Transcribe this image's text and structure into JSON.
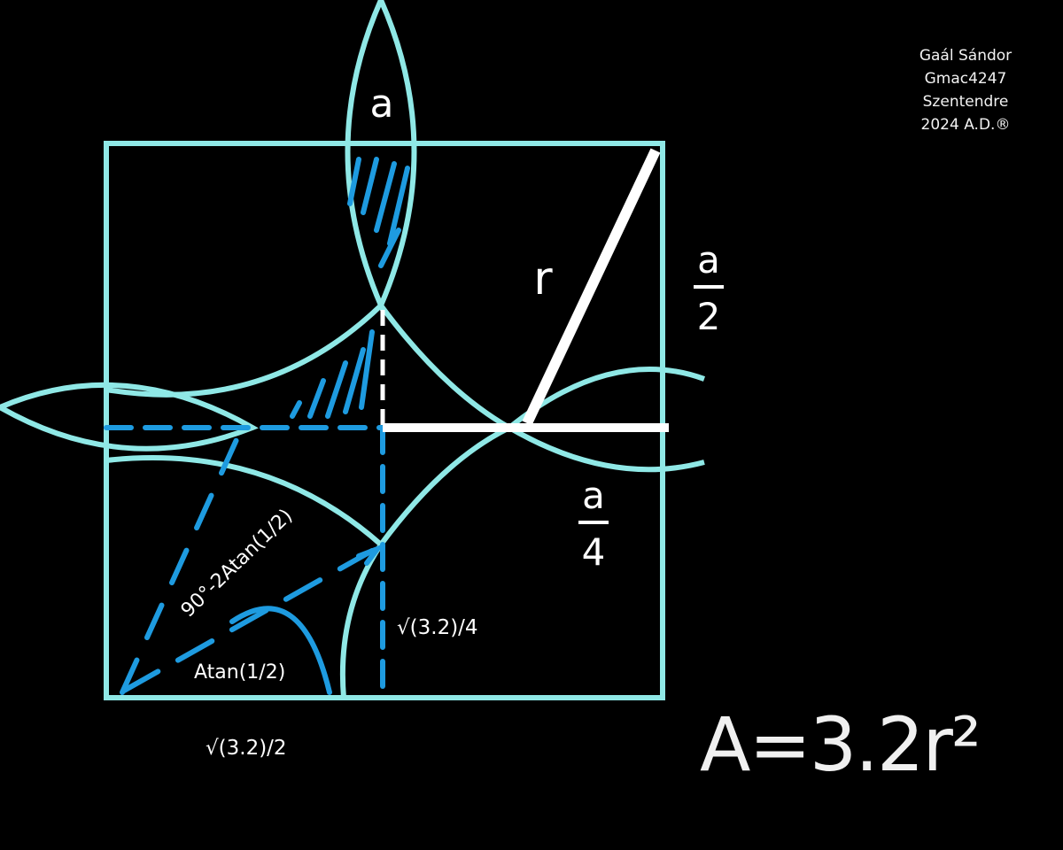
{
  "labels": {
    "a_top": "a",
    "r": "r",
    "a_half_num": "a",
    "a_half_den": "2",
    "a_quarter_num": "a",
    "a_quarter_den": "4",
    "angle_big": "90°-2Atan(1/2)",
    "angle_small": "Atan(1/2)",
    "sqrt_quarter": "√(3.2)/4",
    "sqrt_half": "√(3.2)/2"
  },
  "signature": {
    "name": "Gaál Sándor",
    "handle": "Gmac4247",
    "city": "Szentendre",
    "year": "2024 A.D.®"
  },
  "formula": "A=3.2r²",
  "colors": {
    "background": "#000000",
    "construction_lines": "#8fe8e6",
    "annotations": "#1e9be0",
    "highlight": "#ffffff"
  }
}
